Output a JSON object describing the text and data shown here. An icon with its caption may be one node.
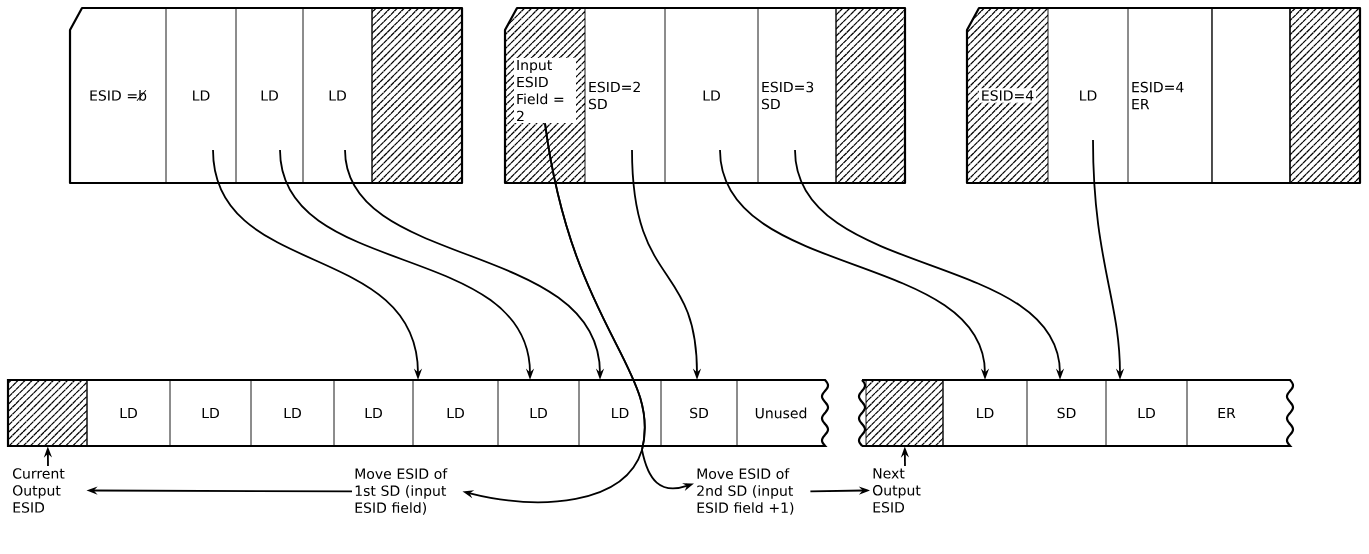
{
  "diagram": {
    "nodes": [
      {
        "text": [],
        "shape": "box"
      },
      {
        "text": [
          "ESID =b̸"
        ],
        "in": 0
      },
      {
        "text": [
          "LD"
        ],
        "in": 0
      },
      {
        "text": [
          "LD"
        ],
        "in": 0
      },
      {
        "text": [
          "LD"
        ],
        "in": 0
      },
      {
        "text": [],
        "shape": "box",
        "in": 0
      },
      {
        "text": [],
        "shape": "box"
      },
      {
        "text": [
          "Input ESID Field = 2"
        ],
        "in": 6
      },
      {
        "text": [
          "ESID=2",
          "SD"
        ],
        "in": 6
      },
      {
        "text": [
          "LD"
        ],
        "in": 6
      },
      {
        "text": [
          "ESID=3",
          "SD"
        ],
        "in": 6
      },
      {
        "text": [],
        "shape": "box",
        "in": 6
      },
      {
        "text": [],
        "shape": "box"
      },
      {
        "text": [
          "ESID=4"
        ],
        "in": 12
      },
      {
        "text": [
          "LD"
        ],
        "in": 12
      },
      {
        "text": [
          "ESID=4",
          "ER"
        ],
        "in": 12
      },
      {
        "text": [],
        "shape": "box",
        "in": 12
      },
      {
        "text": [],
        "shape": "box",
        "in": 12
      },
      {
        "text": [],
        "shape": "box"
      },
      {
        "text": [],
        "shape": "box",
        "in": 18
      },
      {
        "text": [
          "LD"
        ],
        "in": 18
      },
      {
        "text": [
          "LD"
        ],
        "in": 18
      },
      {
        "text": [
          "LD"
        ],
        "in": 18
      },
      {
        "text": [
          "LD"
        ],
        "in": 18
      },
      {
        "text": [
          "LD"
        ],
        "in": 18
      },
      {
        "text": [
          "LD"
        ],
        "in": 18
      },
      {
        "text": [
          "LD"
        ],
        "in": 18
      },
      {
        "text": [
          "SD"
        ],
        "in": 18
      },
      {
        "text": [
          "Unused"
        ],
        "in": 18
      },
      {
        "text": [],
        "shape": "box"
      },
      {
        "text": [],
        "shape": "box",
        "in": 29
      },
      {
        "text": [
          "LD"
        ],
        "in": 29
      },
      {
        "text": [
          "SD"
        ],
        "in": 29
      },
      {
        "text": [
          "LD"
        ],
        "in": 29
      },
      {
        "text": [
          "ER"
        ],
        "in": 29
      },
      {
        "text": [
          "Current Output ESID"
        ]
      },
      {
        "text": [
          "Move ESID of 1st SD (input ESID field)"
        ]
      },
      {
        "text": [
          "Move ESID of 2nd SD (input ESID field +1)"
        ]
      },
      {
        "text": [
          "Next Output ESID"
        ]
      }
    ],
    "edges": [
      {
        "from": 2,
        "to": 24,
        "arrow": "to"
      },
      {
        "from": 3,
        "to": 25,
        "arrow": "to"
      },
      {
        "from": 4,
        "to": 26,
        "arrow": "to"
      },
      {
        "from": 8,
        "to": 27,
        "arrow": "to"
      },
      {
        "from": 9,
        "to": 31,
        "arrow": "to"
      },
      {
        "from": 10,
        "to": 32,
        "arrow": "to"
      },
      {
        "from": 14,
        "to": 33,
        "arrow": "to"
      },
      {
        "from": 7,
        "to": 36,
        "arrow": "to"
      },
      {
        "from": 7,
        "to": 37,
        "arrow": "to"
      },
      {
        "from": 36,
        "to": 35,
        "arrow": "to"
      },
      {
        "from": 37,
        "to": 38,
        "arrow": "to"
      },
      {
        "from": 35,
        "to": 19,
        "arrow": "to"
      },
      {
        "from": 38,
        "to": 30,
        "arrow": "to"
      }
    ]
  }
}
